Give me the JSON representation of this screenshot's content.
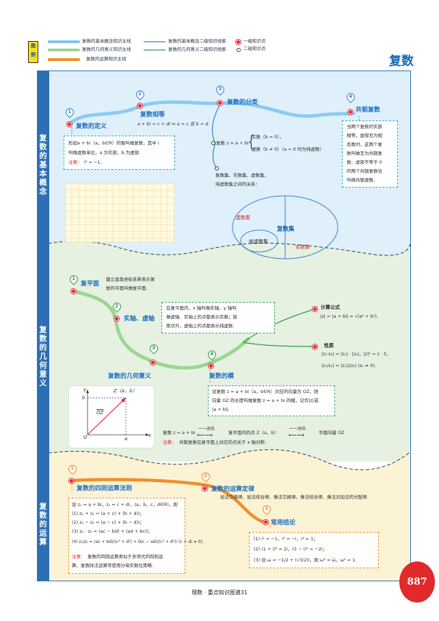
{
  "legend": {
    "tag": "图例",
    "items": [
      "复数的基本概念知识主线",
      "复数的几何意义知识主线",
      "复数的运算知识主线",
      "复数的基本概念二级知识线索",
      "复数的几何意义二级知识线索",
      "一级知识点",
      "二级知识点"
    ]
  },
  "page_title": "复数",
  "sections": {
    "s1": "复数的基本概念",
    "s2": "复数的几何意义",
    "s3": "复数的运算"
  },
  "s1": {
    "n1": "复数的定义",
    "n2": "复数相等",
    "n2_formula": "a + bi = c + di ⇔ a = c 且 b = d.",
    "n3": "复数的分类",
    "n4": "共轭复数",
    "def_text1": "形如a + bi（a，b∈R）的数叫做复数，其中 i",
    "def_text2": "叫做虚数单位，a 为实部，b 为虚部.",
    "def_note_label": "注意：",
    "def_note": "i² = −1.",
    "class_prefix": "复数 z = a + bi",
    "class_real": "实数（b = 0），",
    "class_imag": "虚数（b ≠ 0）（a = 0 时为纯虚数）.",
    "relation1": "复数集、实数集、虚数集、",
    "relation2": "纯虚数集之间的关系：",
    "conj_lines": [
      "当两个复数的实部",
      "相等，虚部互为相",
      "反数时，这两个复",
      "数叫做互为共轭复",
      "数．虚部不等于 0",
      "的两个共轭复数也",
      "叫做共轭虚数．"
    ],
    "venn_outer": "复数集",
    "venn_imag": "虚数集",
    "venn_pure": "纯虚数集",
    "venn_real": "实数集"
  },
  "s2": {
    "n1": "复平面",
    "n1_text1": "建立直角坐标系来表示复",
    "n1_text2": "数的平面叫做复平面.",
    "n2": "实轴、虚轴",
    "n2_text": [
      "在复平面内，x 轴叫做实轴，y 轴叫",
      "做虚轴．实轴上的点都表示实数；除",
      "原点外，虚轴上的点都表示纯虚数."
    ],
    "n3": "复数的几何意义",
    "n4": "复数的模",
    "calc_title": "计算公式",
    "calc_formula": "|z| = |a + bi| = √(a² + b²).",
    "prop_title": "性质",
    "prop1": "|z₁·z₂| = |z₁| · |z₂|，|z|² = z · z̄，",
    "prop2": "|z₁/z₂| = |z₁|/|z₂| (z₂ ≠ 0).",
    "mod_text": [
      "设复数 z = a + bi（a，b∈R）对应的向量为 OZ，则",
      "向量 OZ 的长度叫做复数 z = a + bi 的模，记作|z|或",
      "|a + bi|."
    ],
    "graph": {
      "z_label": "Z（a，b）",
      "b": "b",
      "a": "a",
      "o": "O",
      "x": "x",
      "y": "y",
      "vec": "OZ"
    },
    "map_left": "复数 z = a + bi",
    "map_arrow": "一一对应",
    "map_mid": "复平面内的点 Z（a，b）",
    "map_right": "平面向量 OZ",
    "map_note_label": "注意：",
    "map_note": "共轭复数在复平面上对应的点关于 x 轴对称."
  },
  "s3": {
    "n1": "复数的四则运算法则",
    "n2": "复数的运算定律",
    "n2_text": "加法交换律、加法结合律、乘法交换律、乘法结合律、乘法对加法的分配律.",
    "n3": "常用结论",
    "ops_intro": "设 z₁ = a + bi，z₂ = c + di，(a，b，c，d∈R)，则",
    "ops": [
      "(1) z₁ + z₂ = (a + c) + (b + d)i；",
      "(2) z₁ − z₂ = (a − c) + (b − d)i；",
      "(3) z₁ · z₂ = (ac − bd) + (ad + bc)i；",
      "(4) z₁/z₂ = (ac + bd)/(c² + d²) + (bc − ad)/(c² + d²)i (c + di ≠ 0)."
    ],
    "ops_note_label": "注意：",
    "ops_note": [
      "复数的四则运算类似于多项式的四则运",
      "算，复数除法运算常使用分母实数化策略."
    ],
    "conclusions": [
      "(1) i¹ = −1，i³ = −i，i⁴ = 1；",
      "(2) (1 + i)² = 2i，(1 − i)² = −2i；",
      "(3) 设 ω = −1/2 + (√3/2)i，则 ω² = ω̄，ω³ = 1."
    ]
  },
  "footer": "理数 · 重点知识图谱31",
  "page_number": "887"
}
